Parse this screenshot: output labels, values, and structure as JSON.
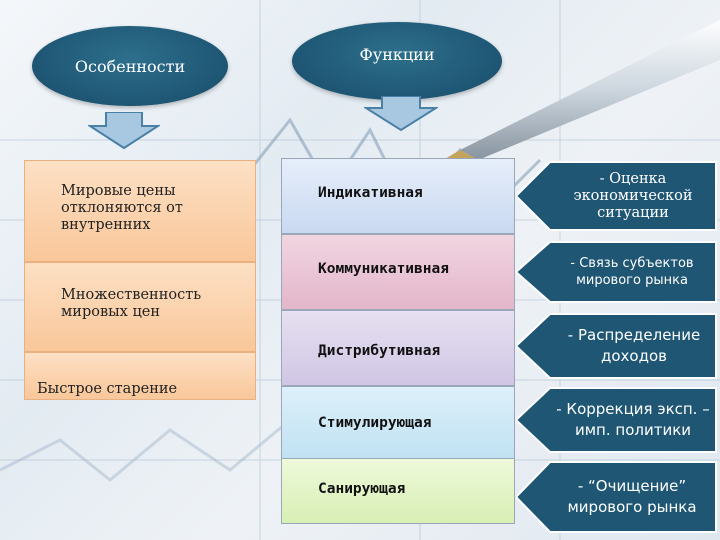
{
  "headers": {
    "features": "Особенности",
    "functions": "Функции"
  },
  "features": [
    "Мировые цены отклоняются от внутренних",
    "Множественность мировых цен",
    "Быстрое старение"
  ],
  "functions": [
    "Индикативная",
    "Коммуникативная",
    "Дистрибутивная",
    "Стимулирующая",
    "Санирующая"
  ],
  "descriptions": [
    "- Оценка экономической ситуации",
    "- Связь субъектов мирового рынка",
    "- Распределение доходов",
    "- Коррекция эксп. – имп. политики",
    "- “Очищение” мирового рынка"
  ],
  "colors": {
    "oval": "#1e5674",
    "callout": "#1e5674",
    "features_fill": "#f9c79a",
    "functions_fill": [
      "#dbe6f7",
      "#eac8d7",
      "#dcd4ea",
      "#cfe8f4",
      "#e4f4c8"
    ],
    "arrow_fill": "#a7c8e0"
  }
}
